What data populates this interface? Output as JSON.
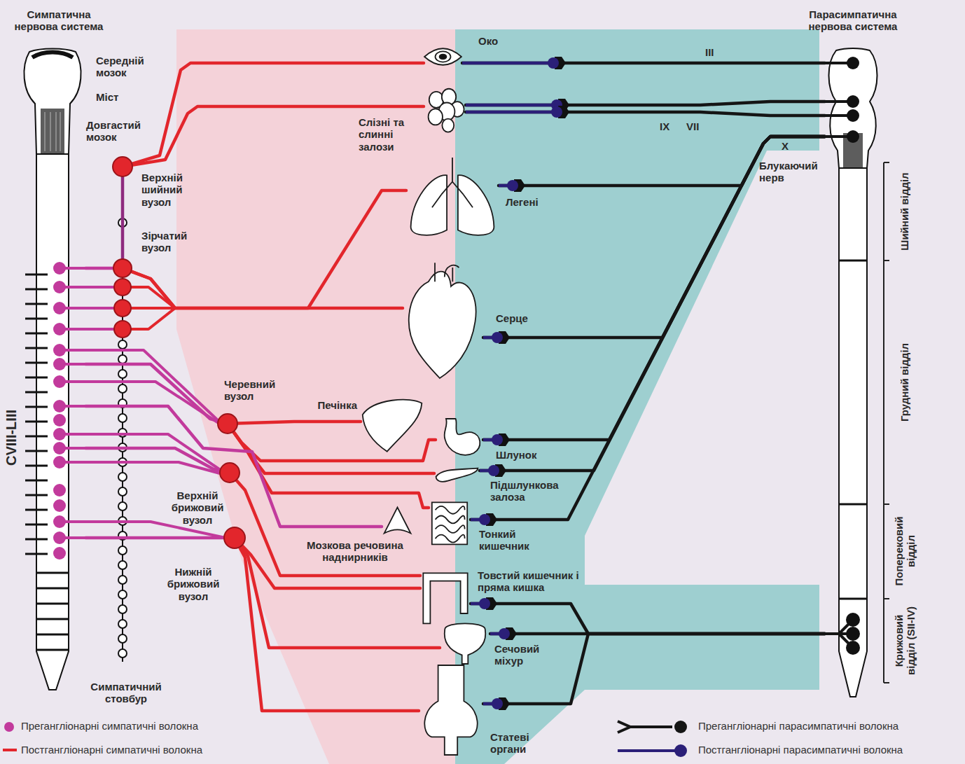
{
  "diagram": {
    "nodes": [
      {
        "text": [
          "Симпатична нервова система"
        ]
      },
      {
        "text": [
          "Верхній шийний вузол"
        ]
      },
      {
        "text": [
          "Зірчатий вузол"
        ]
      },
      {
        "text": [
          "Черевний вузол"
        ]
      },
      {
        "text": [
          "Верхній брижовий вузол"
        ]
      },
      {
        "text": [
          "Нижній брижовий вузол"
        ]
      },
      {
        "text": [
          "Око"
        ]
      },
      {
        "text": [
          "Слізні та слинні залози"
        ]
      },
      {
        "text": [
          "Легені"
        ]
      },
      {
        "text": [
          "Серце"
        ]
      },
      {
        "text": [
          "Печінка"
        ]
      },
      {
        "text": [
          "Шлунок"
        ]
      },
      {
        "text": [
          "Підшлункова залоза"
        ]
      },
      {
        "text": [
          "Мозкова речовина наднирників"
        ]
      },
      {
        "text": [
          "Тонкий кишечник"
        ]
      },
      {
        "text": [
          "Товстий кишечник і пряма кишка"
        ]
      },
      {
        "text": [
          "Сечовий міхур"
        ]
      },
      {
        "text": [
          "Статеві органи"
        ]
      },
      {
        "text": [
          "Парасимпатична нервова система"
        ]
      }
    ],
    "edges": [
      {
        "from": 1,
        "to": 6,
        "arrow": "none"
      },
      {
        "from": 1,
        "to": 7,
        "arrow": "none"
      },
      {
        "from": 2,
        "to": 1,
        "arrow": "none"
      },
      {
        "from": 2,
        "to": 8,
        "arrow": "none"
      },
      {
        "from": 2,
        "to": 9,
        "arrow": "none"
      },
      {
        "from": 3,
        "to": 10,
        "arrow": "none"
      },
      {
        "from": 3,
        "to": 11,
        "arrow": "none"
      },
      {
        "from": 3,
        "to": 12,
        "arrow": "none"
      },
      {
        "from": 3,
        "to": 14,
        "arrow": "none"
      },
      {
        "from": 4,
        "to": 15,
        "arrow": "none"
      },
      {
        "from": 5,
        "to": 15,
        "arrow": "none"
      },
      {
        "from": 5,
        "to": 16,
        "arrow": "none"
      },
      {
        "from": 5,
        "to": 17,
        "arrow": "none"
      },
      {
        "from": 0,
        "to": 2,
        "arrow": "none"
      },
      {
        "from": 0,
        "to": 3,
        "arrow": "none"
      },
      {
        "from": 0,
        "to": 4,
        "arrow": "none"
      },
      {
        "from": 0,
        "to": 5,
        "arrow": "none"
      },
      {
        "from": 0,
        "to": 13,
        "arrow": "none"
      },
      {
        "from": 18,
        "to": 6,
        "label": "III",
        "arrow": "none"
      },
      {
        "from": 18,
        "to": 7,
        "label": "IX",
        "arrow": "none"
      },
      {
        "from": 18,
        "to": 7,
        "label": "VII",
        "arrow": "none"
      },
      {
        "from": 18,
        "to": 8,
        "arrow": "none"
      },
      {
        "from": 18,
        "to": 9,
        "arrow": "none"
      },
      {
        "from": 18,
        "to": 11,
        "arrow": "none"
      },
      {
        "from": 18,
        "to": 12,
        "arrow": "none"
      },
      {
        "from": 18,
        "to": 14,
        "arrow": "none"
      },
      {
        "from": 18,
        "to": 15,
        "arrow": "none"
      },
      {
        "from": 18,
        "to": 16,
        "arrow": "none"
      },
      {
        "from": 18,
        "to": 17,
        "arrow": "none"
      }
    ],
    "labels": [
      "Середній мозок",
      "Міст",
      "Довгастий мозок",
      "CVIII-LIII",
      "Симпатичний стовбур",
      "X",
      "Блукаючий нерв",
      "Шийний відділ",
      "Грудний відділ",
      "Поперековий відділ",
      "Крижовий відділ (SII-IV)"
    ],
    "legend": [
      {
        "text": "Прегангліонарні симпатичні волокна",
        "color": "#c23a9c"
      },
      {
        "text": "Постгангліонарні симпатичні волокна",
        "color": "#e2262c"
      },
      {
        "text": "Прегангліонарні парасимпатичні волокна",
        "color": "#151515"
      },
      {
        "text": "Постгангліонарні парасимпатичні волокна",
        "color": "#2b1f78"
      }
    ]
  }
}
